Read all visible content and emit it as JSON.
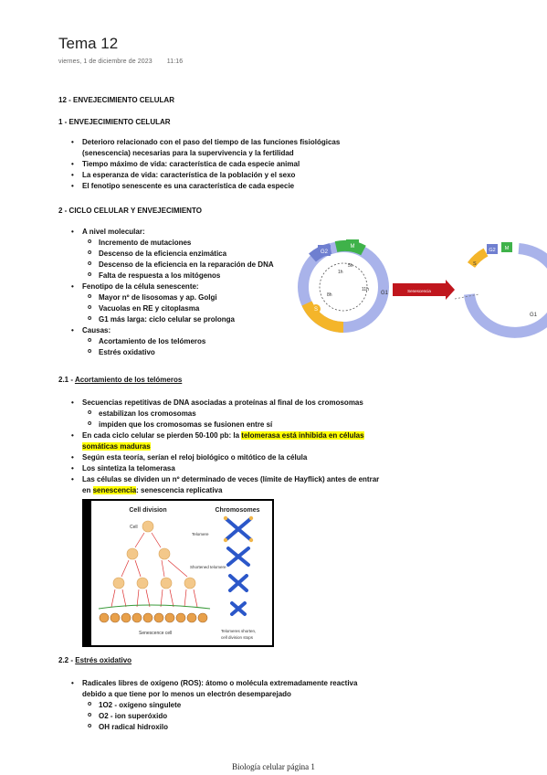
{
  "page": {
    "title": "Tema 12",
    "date": "viernes, 1 de diciembre de 2023",
    "time": "11:16",
    "footer": "Biología celular página 1"
  },
  "sections": {
    "main_heading": "12 - ENVEJECIMIENTO CELULAR",
    "s1": {
      "heading": "1 - ENVEJECIMIENTO CELULAR",
      "items": [
        "Deterioro relacionado con el paso del tiempo de las funciones fisiológicas",
        "(senescencia) necesarias para la supervivencia y la fertilidad",
        "Tiempo máximo de vida: característica de cada especie animal",
        "La esperanza de vida: característica de la población y el sexo",
        "El fenotipo senescente es una característica de cada especie"
      ]
    },
    "s2": {
      "heading": "2 - CICLO CELULAR Y ENVEJECIMIENTO",
      "molecular": "A nivel molecular:",
      "molecular_items": [
        "Incremento de mutaciones",
        "Descenso de la eficiencia enzimática",
        "Descenso de la eficiencia en la reparación de DNA",
        "Falta de respuesta a los mitógenos"
      ],
      "phenotype": "Fenotipo de la célula senescente:",
      "phenotype_items": [
        "Mayor nº de lisosomas y ap. Golgi",
        "Vacuolas en RE y citoplasma",
        "G1 más larga: ciclo celular se prolonga"
      ],
      "causes": "Causas:",
      "causes_items": [
        "Acortamiento de los telómeros",
        "Estrés oxidativo"
      ]
    },
    "s21": {
      "number": "2.1 - ",
      "heading": "Acortamiento de los telómeros",
      "item1": "Secuencias repetitivas de DNA asociadas a proteínas al final de los cromosomas",
      "item1_sub": [
        "estabilizan los cromosomas",
        "impiden que los cromosomas se fusionen entre sí"
      ],
      "item2_pre": "En cada ciclo celular se pierden 50-100 pb: la ",
      "item2_hl": "telomerasa está inhibida en células",
      "item2_hl2": "somáticas maduras",
      "item3": "Según esta teoría, serían el reloj biológico o mitótico de la célula",
      "item4": "Los sintetiza la telomerasa",
      "item5": "Las células se dividen un nº determinado de veces (límite de Hayflick) antes de entrar",
      "item5_pre": "en ",
      "item5_hl": "senescencia",
      "item5_post": ": senescencia replicativa"
    },
    "s22": {
      "number": "2.2 - ",
      "heading": "Estrés oxidativo",
      "item1a": "Radicales libres de oxígeno (ROS): átomo o molécula extremadamente reactiva",
      "item1b": "debido a que tiene por lo menos un electrón desemparejado",
      "subitems": [
        "1O2 - oxígeno singulete",
        "O2 - ion superóxido",
        "OH radical hidroxilo"
      ]
    }
  },
  "cycle_figure": {
    "phases": [
      "G2",
      "M",
      "G1",
      "S"
    ],
    "durations": [
      "1h",
      "5h",
      "11h",
      "8h"
    ],
    "arrow_label": "Senescencia"
  },
  "telomere_figure": {
    "left_title": "Cell division",
    "right_title": "Chromosomes",
    "cell_label": "Cell",
    "telomere_label": "Telomere",
    "shortened_label": "Shortened telomere",
    "senescence_label": "Senescence cell",
    "stops_label1": "Telomeres shorten,",
    "stops_label2": "cell division stops"
  }
}
